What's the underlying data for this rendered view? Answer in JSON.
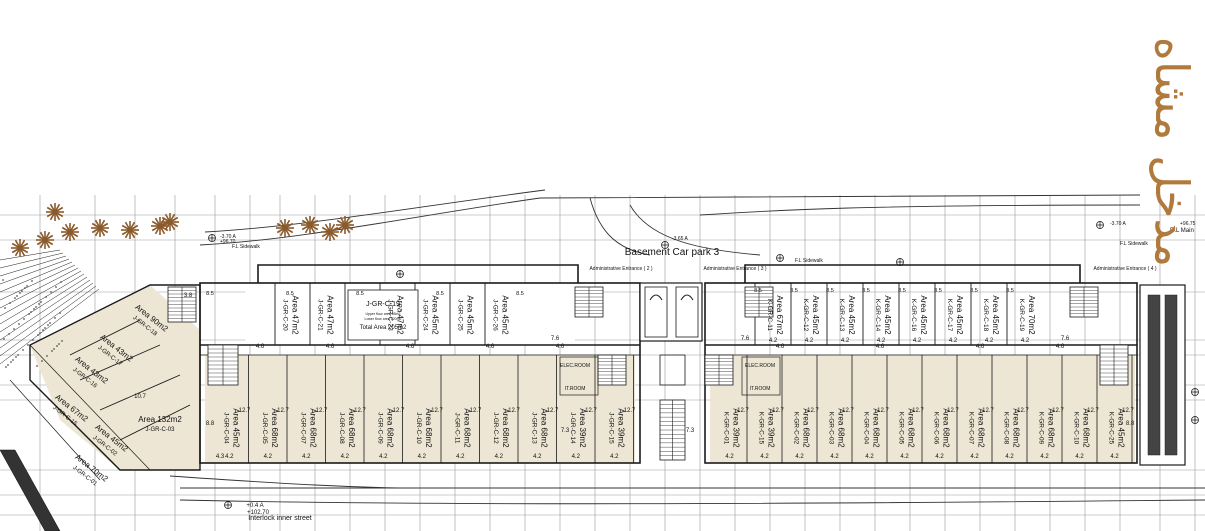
{
  "title_arabic": "مدخل مشاه",
  "labels": {
    "basement_car_park": "Basement Car park 3",
    "admin_entrance_2": "Administrative Entrance ( 2 )",
    "admin_entrance_3": "Administrative Entrance ( 3 )",
    "admin_entrance_4": "Administrative Entrance ( 4 )",
    "elec_room_left": "ELEC.ROOM",
    "elec_room_right": "ELEC.ROOM",
    "it_room_left": "IT.ROOM",
    "it_room_right": "IT.ROOM",
    "street": "Interlock inner street",
    "street_level": "+0.4  A",
    "street_level2": "+102.70",
    "fl_sidewalk_a": "F.L Sidewalk",
    "fl_sidewalk_b": "F.L Sidewalk",
    "fl_sidewalk_c": "F.L Sidewalk",
    "rl_main": "R.L Main",
    "level_a": "-3.70  A",
    "level_b": "-3.65  A",
    "level_c": "+96.70",
    "level_d": "+96.75",
    "level_e": "-3.70  A",
    "upper_unit": "J-GR-C-19",
    "upper_note1": "Upper floor area 85m2",
    "upper_note2": "Lower floor area 120m2",
    "upper_total": "Total Area 205m2",
    "left_total_unit": "J-GR-C-03",
    "left_total_area": "Area 132m2"
  },
  "units_top_left": [
    {
      "id": "J-GR-C-20",
      "area": "Area 47m2"
    },
    {
      "id": "J-GR-C-21",
      "area": "Area 47m2"
    },
    {
      "id": "J-GR-C-23",
      "area": "Area 47m2"
    },
    {
      "id": "J-GR-C-24",
      "area": "Area 45m2"
    },
    {
      "id": "J-GR-C-25",
      "area": "Area 45m2"
    },
    {
      "id": "J-GR-C-26",
      "area": "Area 45m2"
    }
  ],
  "units_bottom_left": [
    {
      "id": "J-GR-C-04",
      "area": "Area 45m2"
    },
    {
      "id": "J-GR-C-05",
      "area": "Area 68m2"
    },
    {
      "id": "J-GR-C-07",
      "area": "Area 68m2"
    },
    {
      "id": "J-GR-C-08",
      "area": "Area 68m2"
    },
    {
      "id": "J-GR-C-09",
      "area": "Area 68m2"
    },
    {
      "id": "J-GR-C-10",
      "area": "Area 68m2"
    },
    {
      "id": "J-GR-C-11",
      "area": "Area 68m2"
    },
    {
      "id": "J-GR-C-12",
      "area": "Area 68m2"
    },
    {
      "id": "J-GR-C-13",
      "area": "Area 68m2"
    },
    {
      "id": "J-GR-C-14",
      "area": "Area 39m2"
    },
    {
      "id": "J-GR-C-15",
      "area": "Area 39m2"
    }
  ],
  "units_top_right": [
    {
      "id": "K-GR-C-11",
      "area": "Area 67m2"
    },
    {
      "id": "K-GR-C-12",
      "area": "Area 45m2"
    },
    {
      "id": "K-GR-C-13",
      "area": "Area 45m2"
    },
    {
      "id": "K-GR-C-14",
      "area": "Area 45m2"
    },
    {
      "id": "K-GR-C-16",
      "area": "Area 45m2"
    },
    {
      "id": "K-GR-C-17",
      "area": "Area 45m2"
    },
    {
      "id": "K-GR-C-18",
      "area": "Area 45m2"
    },
    {
      "id": "K-GR-C-19",
      "area": "Area 70m2"
    }
  ],
  "units_bottom_right": [
    {
      "id": "K-GR-C-01",
      "area": "Area 39m2"
    },
    {
      "id": "K-GR-C-15",
      "area": "Area 39m2"
    },
    {
      "id": "K-GR-C-02",
      "area": "Area 68m2"
    },
    {
      "id": "K-GR-C-03",
      "area": "Area 68m2"
    },
    {
      "id": "K-GR-C-04",
      "area": "Area 68m2"
    },
    {
      "id": "K-GR-C-05",
      "area": "Area 68m2"
    },
    {
      "id": "K-GR-C-06",
      "area": "Area 68m2"
    },
    {
      "id": "K-GR-C-07",
      "area": "Area 68m2"
    },
    {
      "id": "K-GR-C-08",
      "area": "Area 68m2"
    },
    {
      "id": "K-GR-C-09",
      "area": "Area 68m2"
    },
    {
      "id": "K-GR-C-10",
      "area": "Area 68m2"
    },
    {
      "id": "K-GR-C-25",
      "area": "Area 45m2"
    }
  ],
  "units_diagonal": [
    {
      "id": "J-GR-C-18",
      "area": "Area 90m2"
    },
    {
      "id": "J-GR-C-17",
      "area": "Area 43m2"
    },
    {
      "id": "J-GR-C-16",
      "area": "Area 43m2"
    },
    {
      "id": "J-GR-C-15",
      "area": "Area 67m2"
    },
    {
      "id": "J-GR-C-02",
      "area": "Area 45m2"
    },
    {
      "id": "J-GR-C-01",
      "area": "Area 70m2"
    }
  ],
  "dims": {
    "w1": "4.2",
    "w2": "4.3",
    "w3": "8.5",
    "w4": "12.7",
    "w5": "7.6",
    "w6": "4.6",
    "w7": "7.3",
    "w8": "8.8",
    "w9": "10.7",
    "w10": "3.8"
  },
  "colors": {
    "shop_fill": "#ede6d4",
    "line": "#1a1a1a",
    "grid": "#9a9a9a",
    "arabic": "#b07a3c",
    "tree": "#8a5a2b"
  }
}
